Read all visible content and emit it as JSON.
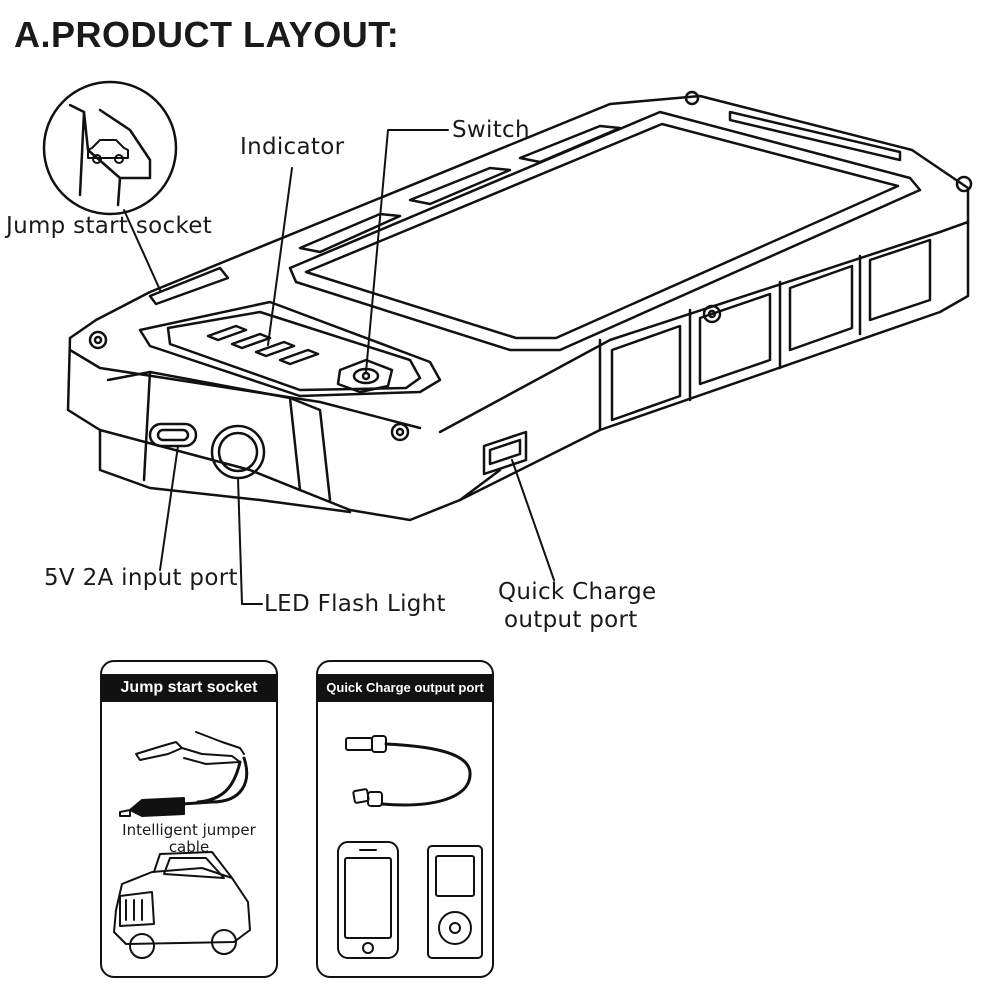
{
  "title": "A.PRODUCT LAYOUT:",
  "labels": {
    "indicator": "Indicator",
    "switch": "Switch",
    "jump_start_socket": "Jump start socket",
    "input_port": "5V 2A input port",
    "flash_light": "LED Flash Light",
    "qc_line1": "Quick Charge",
    "qc_line2": "output port"
  },
  "panels": {
    "left": {
      "title": "Jump start socket",
      "caption_line1": "Intelligent jumper",
      "caption_line2": "cable"
    },
    "right": {
      "title": "Quick Charge output port"
    }
  },
  "colors": {
    "ink": "#111111",
    "background": "#ffffff"
  }
}
